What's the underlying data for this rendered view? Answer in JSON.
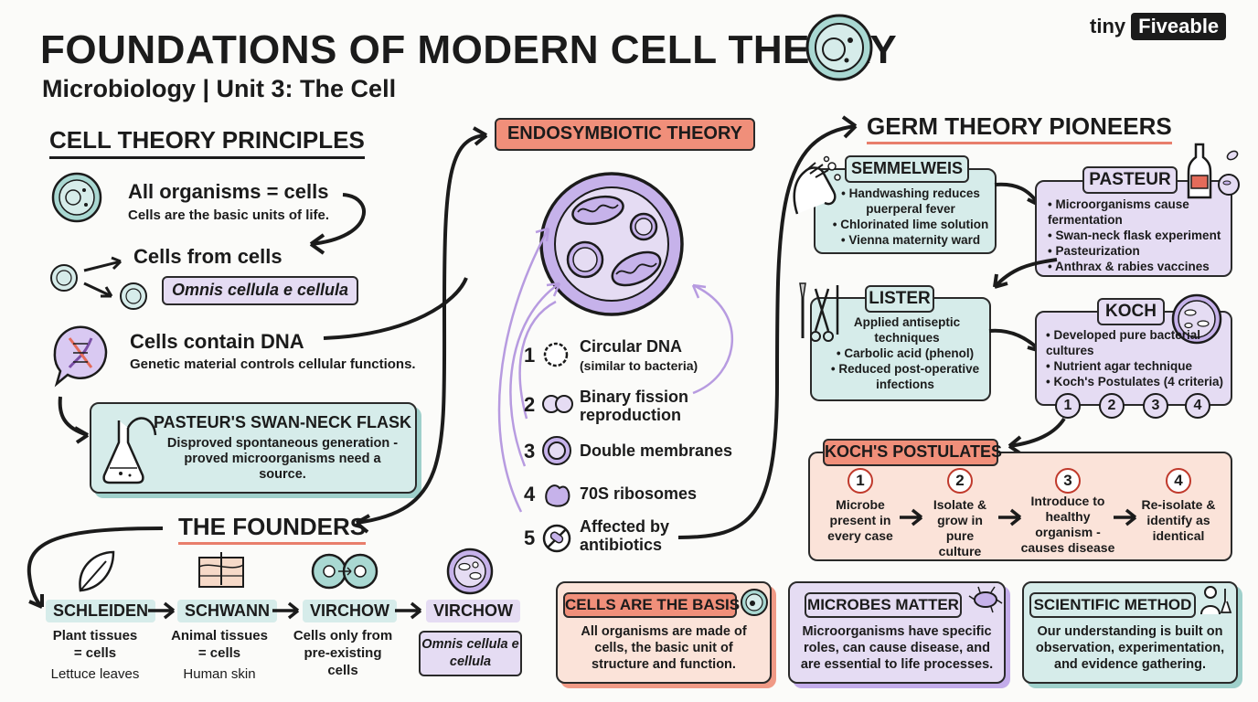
{
  "header": {
    "title": "FOUNDATIONS OF MODERN CELL THEORY",
    "subtitle": "Microbiology | Unit 3: The Cell",
    "brand_prefix": "tiny",
    "brand_name": "Fiveable"
  },
  "principles": {
    "title": "CELL THEORY PRINCIPLES",
    "items": [
      {
        "head": "All organisms = cells",
        "sub": "Cells are the basic units of life."
      },
      {
        "head": "Cells from cells",
        "sub": "Omnis cellula e cellula"
      },
      {
        "head": "Cells contain DNA",
        "sub": "Genetic material controls cellular functions."
      }
    ],
    "flask": {
      "title": "PASTEUR'S SWAN-NECK FLASK",
      "text": "Disproved spontaneous generation - proved microorganisms need a source."
    }
  },
  "founders": {
    "title": "THE FOUNDERS",
    "items": [
      {
        "name": "SCHLEIDEN",
        "line1": "Plant tissues",
        "line2": "= cells",
        "line3": "Lettuce leaves",
        "icon": "leaf-icon"
      },
      {
        "name": "SCHWANN",
        "line1": "Animal tissues",
        "line2": "= cells",
        "line3": "Human skin",
        "icon": "skin-icon"
      },
      {
        "name": "VIRCHOW",
        "line1": "Cells only from",
        "line2": "pre-existing",
        "line3": "cells",
        "icon": "dividing-cell-icon"
      },
      {
        "name": "VIRCHOW",
        "quote": "Omnis cellula e cellula",
        "icon": "cell-icon"
      }
    ]
  },
  "endosymbiotic": {
    "title": "ENDOSYMBIOTIC THEORY",
    "items": [
      {
        "num": "1",
        "label": "Circular DNA",
        "sub": "(similar to bacteria)"
      },
      {
        "num": "2",
        "label": "Binary fission reproduction",
        "sub": ""
      },
      {
        "num": "3",
        "label": "Double membranes",
        "sub": ""
      },
      {
        "num": "4",
        "label": "70S ribosomes",
        "sub": ""
      },
      {
        "num": "5",
        "label": "Affected by antibiotics",
        "sub": ""
      }
    ]
  },
  "germ": {
    "title": "GERM THEORY PIONEERS",
    "semmelweis": {
      "name": "SEMMELWEIS",
      "points": [
        "Handwashing reduces puerperal fever",
        "Chlorinated lime solution",
        "Vienna maternity ward"
      ]
    },
    "pasteur": {
      "name": "PASTEUR",
      "points": [
        "Microorganisms cause fermentation",
        "Swan-neck flask experiment",
        "Pasteurization",
        "Anthrax & rabies vaccines"
      ]
    },
    "lister": {
      "name": "LISTER",
      "intro": "Applied antiseptic techniques",
      "points": [
        "Carbolic acid (phenol)",
        "Reduced post-operative infections"
      ]
    },
    "koch": {
      "name": "KOCH",
      "points": [
        "Developed pure bacterial cultures",
        "Nutrient agar technique",
        "Koch's Postulates (4 criteria)"
      ],
      "numbers": [
        "1",
        "2",
        "3",
        "4"
      ]
    }
  },
  "postulates": {
    "title": "KOCH'S POSTULATES",
    "steps": [
      {
        "num": "1",
        "text": "Microbe present in every case"
      },
      {
        "num": "2",
        "text": "Isolate & grow in pure culture"
      },
      {
        "num": "3",
        "text": "Introduce to healthy organism - causes disease"
      },
      {
        "num": "4",
        "text": "Re-isolate & identify as identical"
      }
    ]
  },
  "summary": [
    {
      "title": "CELLS ARE THE BASIS",
      "text": "All organisms are made of cells, the basic unit of structure and function."
    },
    {
      "title": "MICROBES MATTER",
      "text": "Microorganisms have specific roles, can cause disease, and are essential to life processes."
    },
    {
      "title": "SCIENTIFIC METHOD",
      "text": "Our understanding is built on observation, experimentation, and evidence gathering."
    }
  ]
}
